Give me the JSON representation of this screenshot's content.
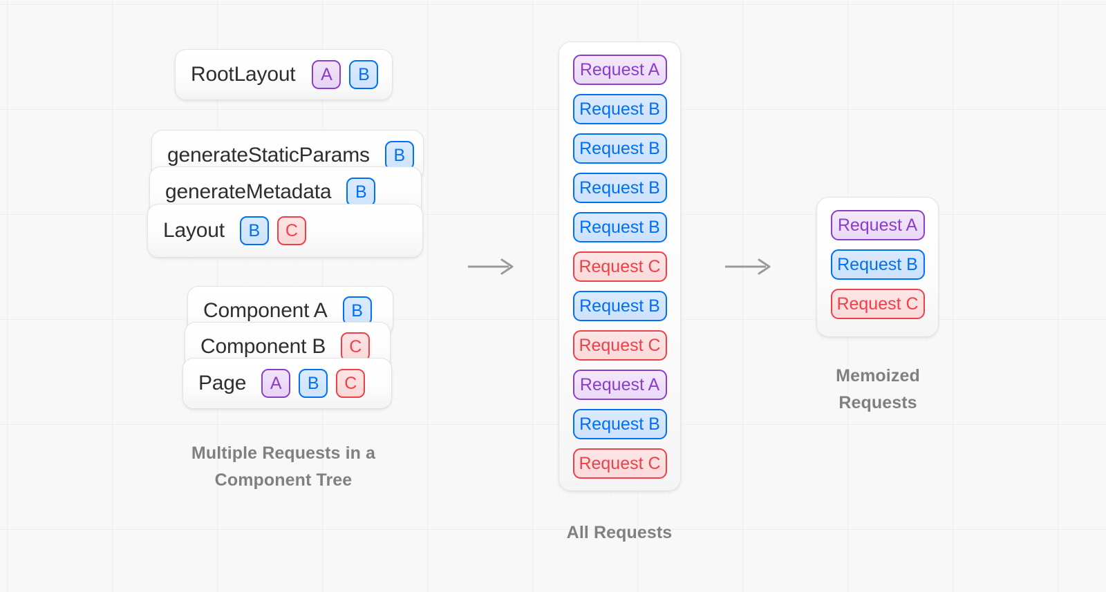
{
  "colors": {
    "background": "#f7f7f7",
    "card_bg": "#ffffff",
    "card_border": "#e3e3e3",
    "caption_gray": "#808080",
    "request_a": "#8b3dc9",
    "request_b": "#0070f3",
    "request_c": "#ef4048",
    "arrow_gray": "#9a9a9a"
  },
  "component_tree": {
    "caption": "Multiple Requests in a\nComponent Tree",
    "groups": [
      {
        "name": "root-layout-group",
        "cards": [
          {
            "label": "RootLayout",
            "badges": [
              "A",
              "B"
            ]
          }
        ]
      },
      {
        "name": "layout-group",
        "cards": [
          {
            "label": "generateStaticParams",
            "badges": [
              "B"
            ]
          },
          {
            "label": "generateMetadata",
            "badges": [
              "B"
            ]
          },
          {
            "label": "Layout",
            "badges": [
              "B",
              "C"
            ]
          }
        ]
      },
      {
        "name": "page-group",
        "cards": [
          {
            "label": "Component A",
            "badges": [
              "B"
            ]
          },
          {
            "label": "Component B",
            "badges": [
              "C"
            ]
          },
          {
            "label": "Page",
            "badges": [
              "A",
              "B",
              "C"
            ]
          }
        ]
      }
    ]
  },
  "all_requests": {
    "caption": "All  Requests",
    "items": [
      {
        "label": "Request A",
        "kind": "a"
      },
      {
        "label": "Request B",
        "kind": "b"
      },
      {
        "label": "Request B",
        "kind": "b"
      },
      {
        "label": "Request B",
        "kind": "b"
      },
      {
        "label": "Request B",
        "kind": "b"
      },
      {
        "label": "Request C",
        "kind": "c"
      },
      {
        "label": "Request B",
        "kind": "b"
      },
      {
        "label": "Request C",
        "kind": "c"
      },
      {
        "label": "Request A",
        "kind": "a"
      },
      {
        "label": "Request B",
        "kind": "b"
      },
      {
        "label": "Request C",
        "kind": "c"
      }
    ]
  },
  "memoized_requests": {
    "caption": "Memoized\nRequests",
    "items": [
      {
        "label": "Request A",
        "kind": "a"
      },
      {
        "label": "Request B",
        "kind": "b"
      },
      {
        "label": "Request C",
        "kind": "c"
      }
    ]
  },
  "arrows": [
    {
      "name": "arrow-tree-to-all"
    },
    {
      "name": "arrow-all-to-memoized"
    }
  ]
}
